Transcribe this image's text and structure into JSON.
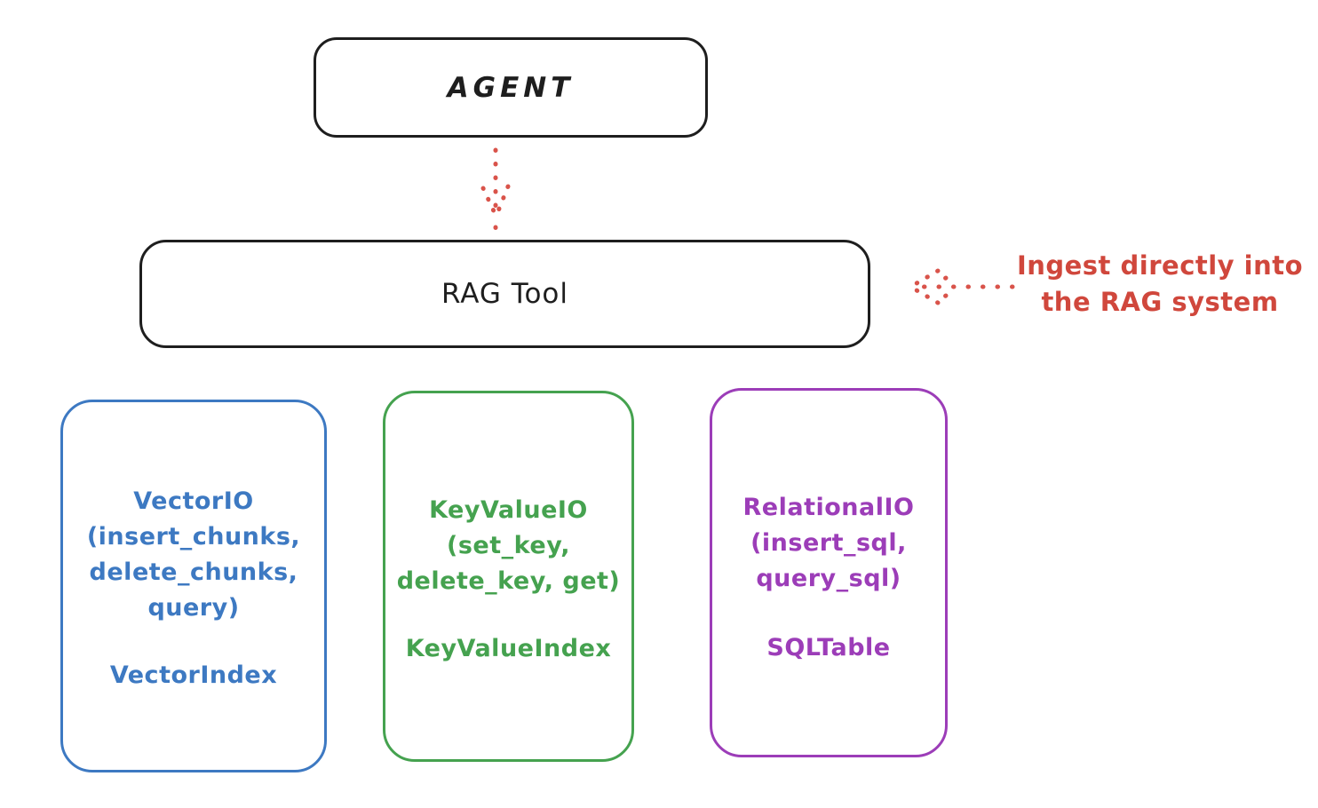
{
  "agent": {
    "label": "AGENT"
  },
  "rag_tool": {
    "label": "RAG Tool"
  },
  "annotation": {
    "line1": "Ingest directly into",
    "line2": "the RAG system"
  },
  "backends": {
    "vector": {
      "title": "VectorIO",
      "params": [
        "(insert_chunks,",
        "delete_chunks,",
        "query)"
      ],
      "index": "VectorIndex"
    },
    "keyvalue": {
      "title": "KeyValueIO",
      "params": [
        "(set_key,",
        "delete_key, get)"
      ],
      "index": "KeyValueIndex"
    },
    "relational": {
      "title": "RelationalIO",
      "params": [
        "(insert_sql,",
        "query_sql)"
      ],
      "index": "SQLTable"
    }
  },
  "colors": {
    "background": "#ffffff",
    "stroke_black": "#1e1e1e",
    "annotation_red": "#d0473c",
    "vector_blue": "#3d79c2",
    "keyvalue_green": "#45a24f",
    "relational_purple": "#9c3db8"
  }
}
